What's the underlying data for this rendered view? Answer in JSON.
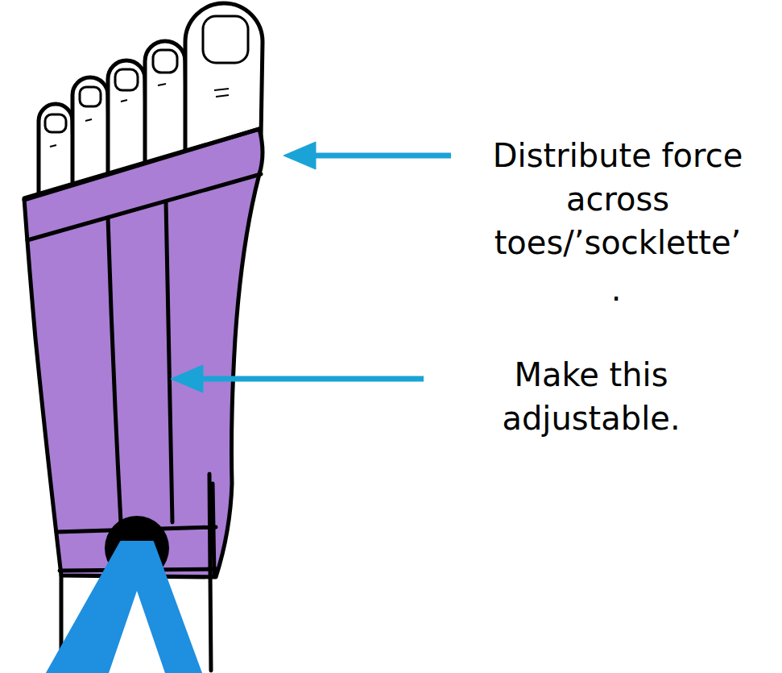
{
  "diagram": {
    "labels": [
      "Distribute force across toes/’socklette’",
      ".",
      "Make this adjustable."
    ]
  }
}
